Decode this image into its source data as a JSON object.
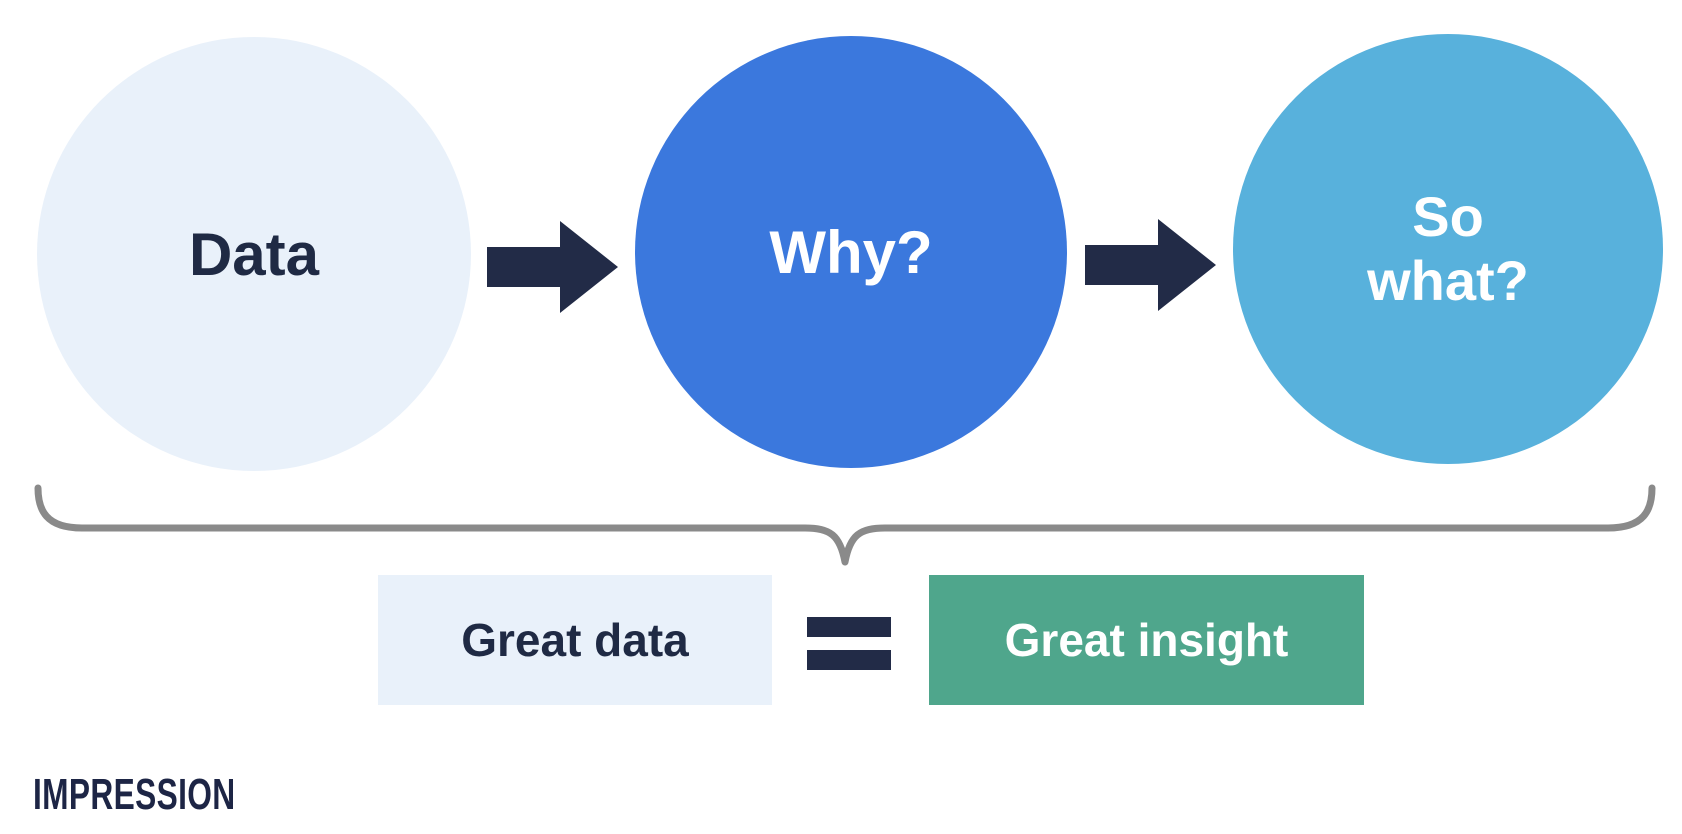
{
  "colors": {
    "background": "#FFFFFF",
    "navy": "#222B47",
    "light_blue": "#E9F1FA",
    "blue": "#3B78DD",
    "sky_blue": "#58B1DC",
    "green": "#4FA68C",
    "brace_gray": "#8A8A8A"
  },
  "flow": {
    "steps": [
      {
        "label": "Data",
        "fill": "#E9F1FA",
        "text_color": "#1F2A44"
      },
      {
        "label": "Why?",
        "fill": "#3B78DD",
        "text_color": "#FFFFFF"
      },
      {
        "label": "So what?",
        "fill": "#58B1DC",
        "text_color": "#FFFFFF"
      }
    ],
    "arrow_icon": "right-arrow",
    "arrow_color": "#222B47"
  },
  "brace": {
    "color": "#8A8A8A"
  },
  "equation": {
    "left_label": "Great data",
    "operator": "=",
    "right_label": "Great insight",
    "left_fill": "#E9F1FA",
    "left_text_color": "#1F2A44",
    "operator_color": "#222B47",
    "right_fill": "#4FA68C",
    "right_text_color": "#FFFFFF"
  },
  "footer": {
    "logo_text": "IMPRESSION",
    "logo_color": "#1D2545"
  }
}
